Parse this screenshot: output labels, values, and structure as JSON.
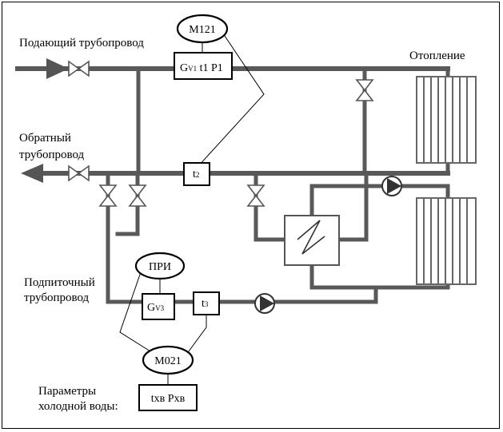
{
  "labels": {
    "supply": "Подающий трубопровод",
    "return_line1": "Обратный",
    "return_line2": "трубопровод",
    "heating": "Отопление",
    "makeup_line1": "Подпиточный",
    "makeup_line2": "трубопровод",
    "cold_line1": "Параметры",
    "cold_line2": "холодной воды:"
  },
  "devices": {
    "m121": "М121",
    "supply_meter_g": "G",
    "supply_meter_g_sub": "V1",
    "supply_meter_rest": " t1 P1",
    "t2": "t",
    "t2_sub": "2",
    "pri": "ПРИ",
    "gv3_g": "G",
    "gv3_sub": "V3",
    "t3": "t",
    "t3_sub": "3",
    "m021": "М021",
    "cold_params": "tхв Рхв"
  }
}
